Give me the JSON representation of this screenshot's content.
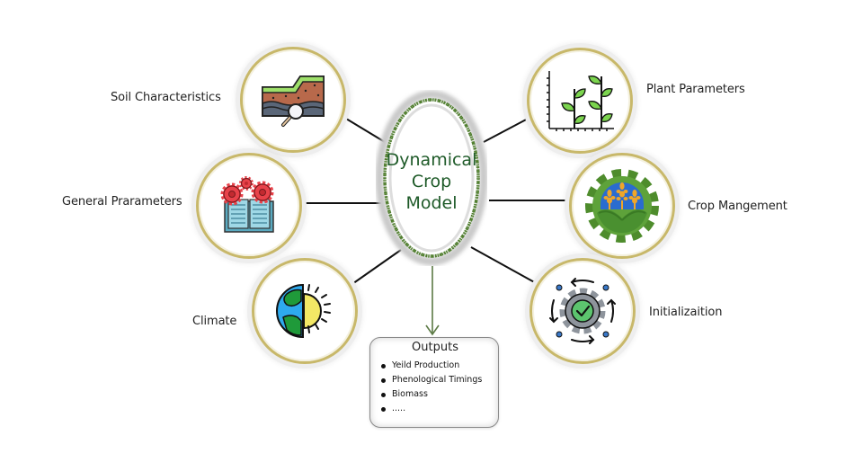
{
  "diagram": {
    "core": {
      "lines": [
        "Dynamical",
        "Crop",
        "Model"
      ],
      "text_color": "#1e5a28",
      "ring_color": "#4f7d2e"
    },
    "inputs_left": [
      {
        "id": "soil",
        "label": "Soil Characteristics",
        "icon": "soil-layers-magnifier-icon"
      },
      {
        "id": "general",
        "label": "General Prarameters",
        "icon": "book-gears-icon"
      },
      {
        "id": "climate",
        "label": "Climate",
        "icon": "earth-sun-icon"
      }
    ],
    "inputs_right": [
      {
        "id": "plant",
        "label": "Plant Parameters",
        "icon": "plant-growth-chart-icon"
      },
      {
        "id": "crop",
        "label": "Crop Mangement",
        "icon": "wheat-gear-icon"
      },
      {
        "id": "init",
        "label": "Initializaition",
        "icon": "gear-cycle-check-icon"
      }
    ],
    "outputs": {
      "title": "Outputs",
      "items": [
        "Yeild Production",
        "Phenological Timings",
        "Biomass",
        "....."
      ]
    },
    "colors": {
      "ring_gold": "#c8b86a",
      "connector": "#111111",
      "output_arrow": "#5c7a45"
    }
  }
}
